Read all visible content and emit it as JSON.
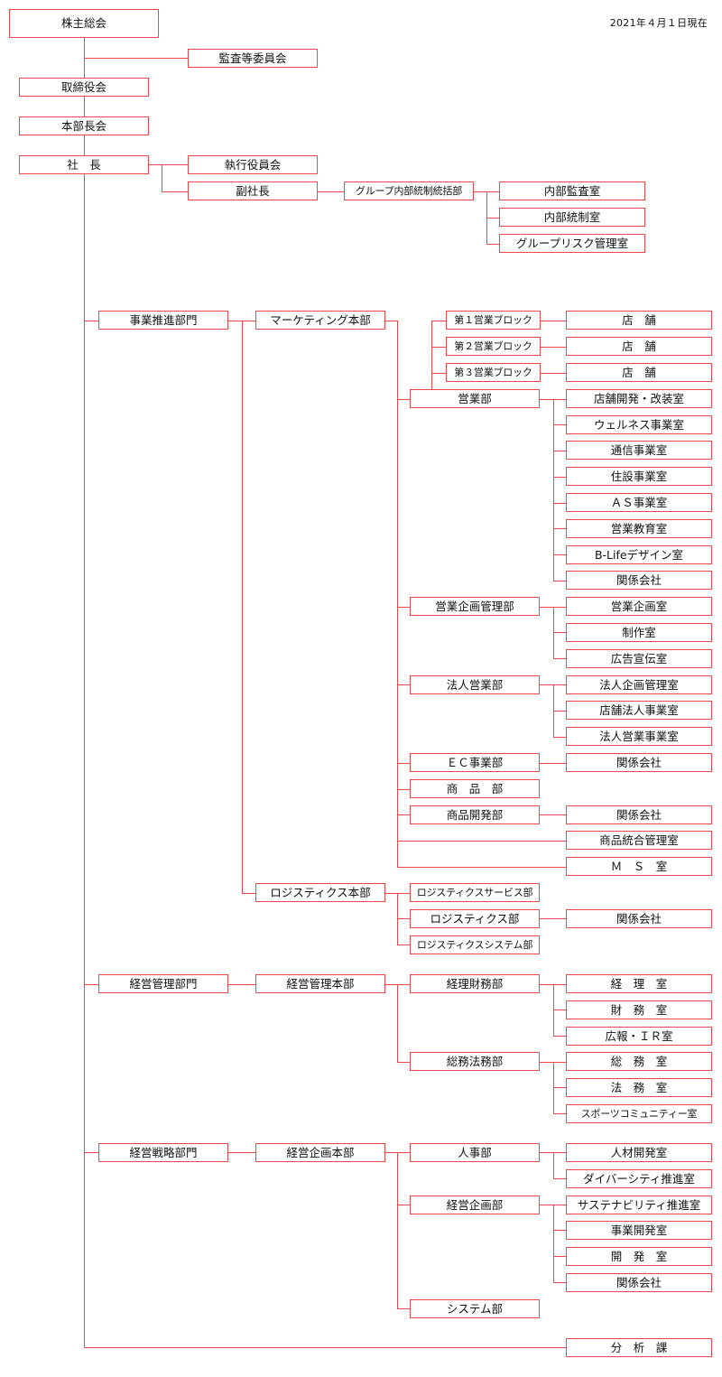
{
  "header": {
    "date": "2021年４月１日現在"
  },
  "lineColor": "#e8474c",
  "boxes": {
    "shareholders": "株主総会",
    "audit_committee": "監査等委員会",
    "board": "取締役会",
    "gm_meeting": "本部長会",
    "president": "社　長",
    "exec_committee": "執行役員会",
    "vice_president": "副社長",
    "internal_control": "グループ内部統制統括部",
    "internal_audit": "内部監査室",
    "internal_control_office": "内部統制室",
    "group_risk": "グループリスク管理室",
    "biz_promo": "事業推進部門",
    "marketing_hq": "マーケティング本部",
    "block1": "第１営業ブロック",
    "block2": "第２営業ブロック",
    "block3": "第３営業ブロック",
    "store1": "店　舗",
    "store2": "店　舗",
    "store3": "店　舗",
    "sales": "営業部",
    "store_dev": "店舗開発・改装室",
    "wellness": "ウェルネス事業室",
    "telecom": "通信事業室",
    "housing": "住設事業室",
    "as_biz": "ＡＳ事業室",
    "sales_edu": "営業教育室",
    "blife": "B-Lifeデザイン室",
    "affil1": "関係会社",
    "sales_plan": "営業企画管理部",
    "sales_plan_office": "営業企画室",
    "production": "制作室",
    "advert": "広告宣伝室",
    "corp_sales": "法人営業部",
    "corp_plan": "法人企画管理室",
    "store_corp": "店舗法人事業室",
    "corp_biz": "法人営業事業室",
    "ec": "ＥＣ事業部",
    "affil2": "関係会社",
    "products": "商　品　部",
    "product_dev": "商品開発部",
    "affil3": "関係会社",
    "product_integ": "商品統合管理室",
    "ms": "Ｍ　Ｓ　室",
    "logistics_hq": "ロジスティクス本部",
    "log_service": "ロジスティクスサービス部",
    "logistics": "ロジスティクス部",
    "affil4": "関係会社",
    "log_system": "ロジスティクスシステム部",
    "mgmt_admin_div": "経営管理部門",
    "mgmt_admin_hq": "経営管理本部",
    "finance": "経理財務部",
    "accounting": "経　理　室",
    "treasury": "財　務　室",
    "pr_ir": "広報・ＩＲ室",
    "general_legal": "総務法務部",
    "general_affairs": "総　務　室",
    "legal": "法　務　室",
    "sports": "スポーツコミュニティー室",
    "strategy_div": "経営戦略部門",
    "planning_hq": "経営企画本部",
    "hr": "人事部",
    "talent": "人材開発室",
    "diversity": "ダイバーシティ推進室",
    "corp_planning": "経営企画部",
    "sustain": "サステナビリティ推進室",
    "bizdev": "事業開発室",
    "dev_office": "開　発　室",
    "affil5": "関係会社",
    "systems": "システム部",
    "analysis": "分　析　課"
  }
}
